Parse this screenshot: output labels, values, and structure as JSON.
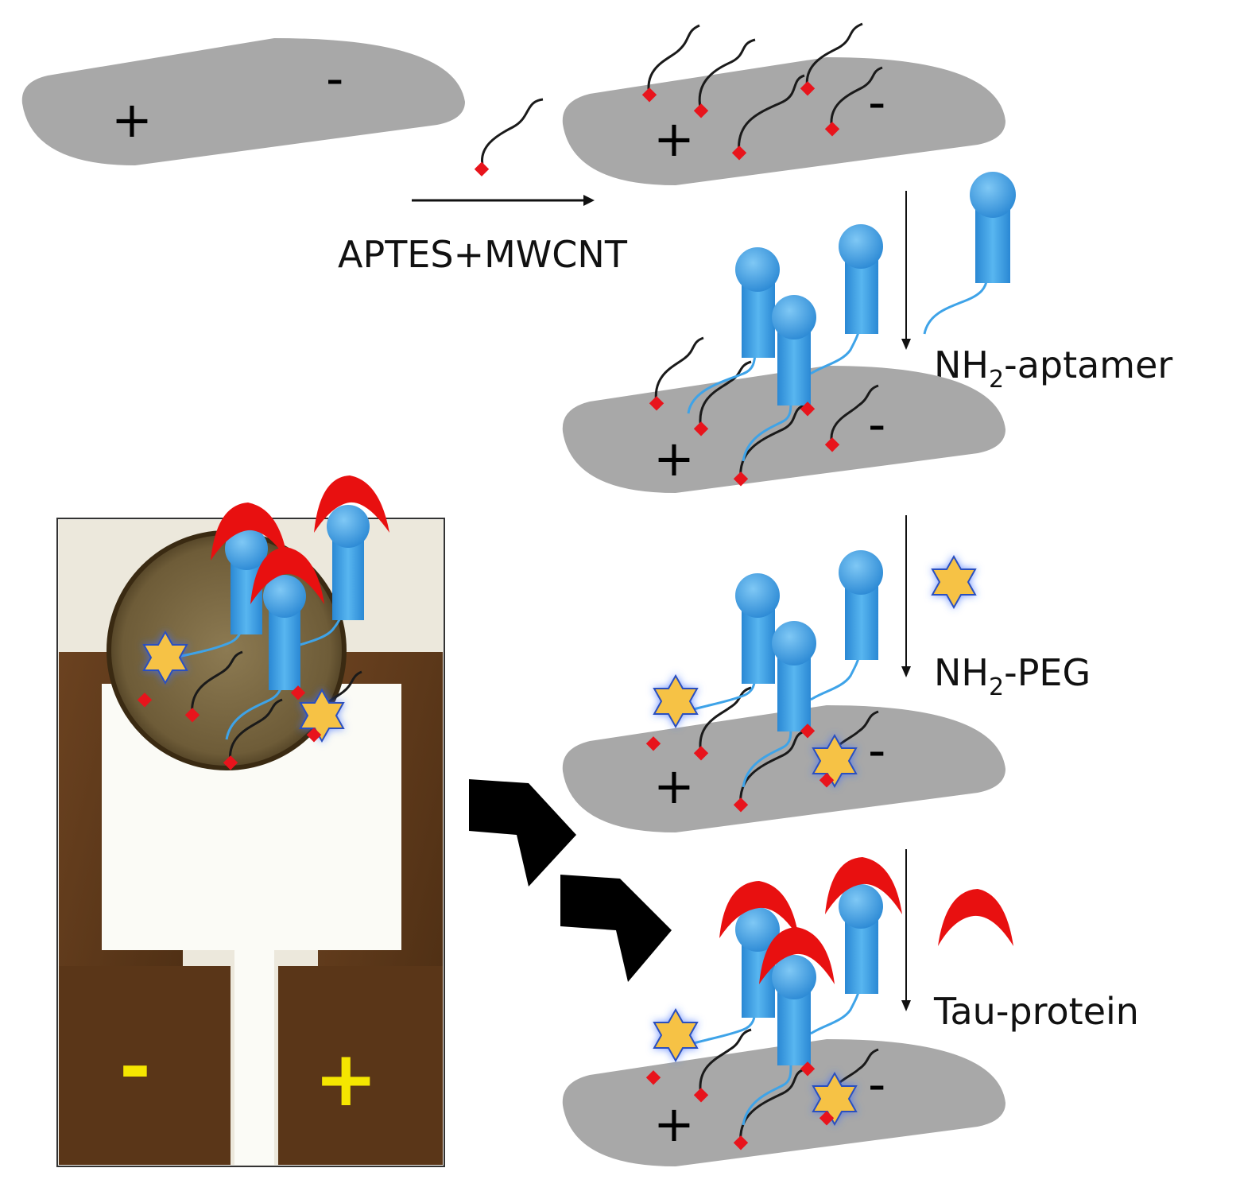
{
  "steps": {
    "step1": "APTES+MWCNT",
    "step2_main": "NH",
    "step2_sub": "2",
    "step2_rest": "-aptamer",
    "step3_main": "NH",
    "step3_sub": "2",
    "step3_rest": "-PEG",
    "step4": "Tau-protein"
  },
  "electrode": {
    "plus": "+",
    "minus": "-"
  },
  "photo": {
    "minus": "-",
    "plus": "+"
  },
  "colors": {
    "substrate": "#a8a8a8",
    "anchor": "#e8141c",
    "mwcnt_chain": "#1a1a1a",
    "aptamer": "#3ea3e8",
    "peg_star": "#f6c244",
    "tau_protein": "#e81010",
    "sensor_trace": "#5a3618",
    "label_yellow": "#f5e600"
  }
}
